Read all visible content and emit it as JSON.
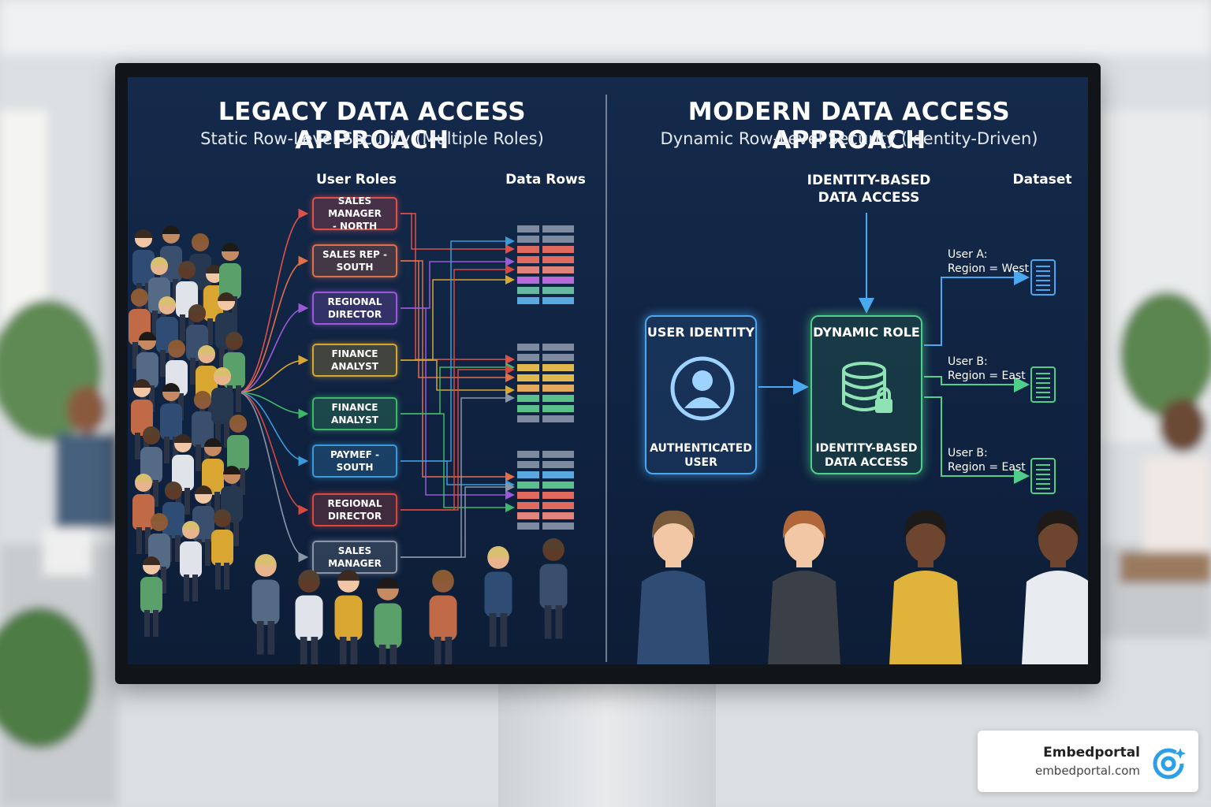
{
  "legacy": {
    "title": "LEGACY DATA ACCESS APPROACH",
    "subtitle": "Static Row-Level Security (Multiple Roles)",
    "roles_header": "User Roles",
    "rows_header": "Data Rows",
    "roles": [
      {
        "label": "SALES MANAGER\n- NORTH",
        "color": "#e0504a"
      },
      {
        "label": "SALES REP -\nSOUTH",
        "color": "#e0704a"
      },
      {
        "label": "REGIONAL\nDIRECTOR",
        "color": "#9a5ad8"
      },
      {
        "label": "FINANCE\nANALYST",
        "color": "#d9a632"
      },
      {
        "label": "FINANCE\nANALYST",
        "color": "#3fb86a"
      },
      {
        "label": "PAYMEF -\nSOUTH",
        "color": "#3d9ad8"
      },
      {
        "label": "REGIONAL\nDIRECTOR",
        "color": "#d9483f"
      },
      {
        "label": "SALES\nMANAGER",
        "color": "#8a96a8"
      }
    ]
  },
  "modern": {
    "title": "MODERN DATA ACCESS APPROACH",
    "subtitle": "Dynamic Row-Level Security (Identity-Driven)",
    "top_label": "IDENTITY-BASED\nDATA ACCESS",
    "dataset_header": "Dataset",
    "identity_panel": {
      "title": "USER IDENTITY",
      "caption": "AUTHENTICATED\nUSER",
      "color": "#4aa8f0"
    },
    "role_panel": {
      "title": "DYNAMIC ROLE",
      "caption": "IDENTITY-BASED\nDATA ACCESS",
      "color": "#4fd08a"
    },
    "outputs": [
      {
        "label": "User A:\nRegion = West",
        "color": "#4aa8f0"
      },
      {
        "label": "User B:\nRegion = East",
        "color": "#4fd08a"
      },
      {
        "label": "User B:\nRegion = East",
        "color": "#4fd08a"
      }
    ]
  },
  "brand": {
    "name": "Embedportal",
    "url": "embedportal.com"
  }
}
